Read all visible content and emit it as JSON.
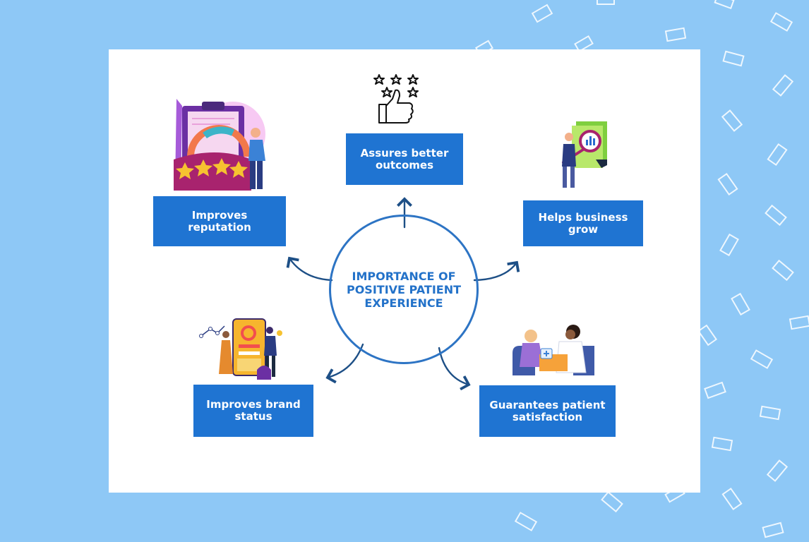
{
  "center": {
    "title": "IMPORTANCE OF POSITIVE PATIENT EXPERIENCE"
  },
  "nodes": {
    "top": {
      "label": "Assures better outcomes"
    },
    "top_left": {
      "label": "Improves reputation"
    },
    "top_right": {
      "label": "Helps business grow"
    },
    "bottom_left": {
      "label": "Improves brand status"
    },
    "bottom_right": {
      "label": "Guarantees patient satisfaction"
    }
  },
  "colors": {
    "background": "#8ec8f6",
    "card": "#ffffff",
    "box": "#1f74d2",
    "circle": "#2d74c4",
    "arrow": "#1d4f86"
  },
  "icons": {
    "top": "thumbs-up-stars-icon",
    "top_left": "rating-gauge-illustration-icon",
    "top_right": "analytics-report-illustration-icon",
    "bottom_left": "brand-dashboard-illustration-icon",
    "bottom_right": "doctor-patient-consultation-icon"
  }
}
